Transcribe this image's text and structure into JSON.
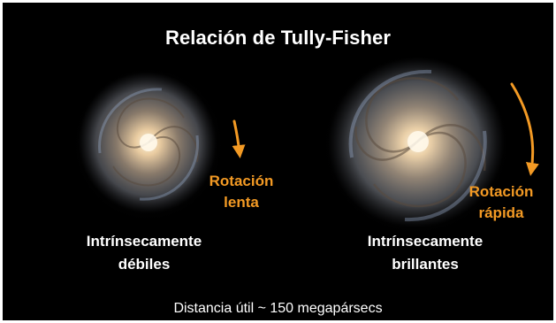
{
  "title": "Relación de Tully-Fisher",
  "galaxies": [
    {
      "description_lines": [
        "Intrínsecamente",
        "débiles"
      ],
      "rotation_lines": [
        "Rotación",
        "lenta"
      ]
    },
    {
      "description_lines": [
        "Intrínsecamente",
        "brillantes"
      ],
      "rotation_lines": [
        "Rotación",
        "rápida"
      ]
    }
  ],
  "footer": "Distancia útil ~ 150 megapársecs",
  "colors": {
    "background": "#000000",
    "text": "#ffffff",
    "accent": "#f39a24"
  }
}
